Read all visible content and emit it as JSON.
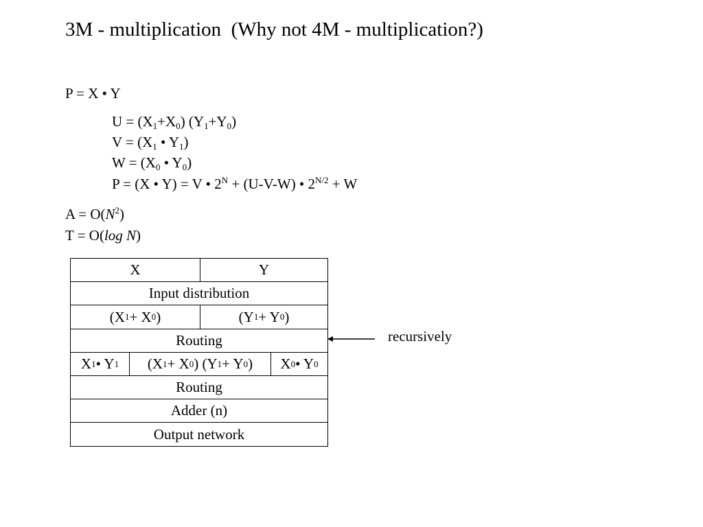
{
  "title": "3M - multiplication  (Why not 4M - multiplication?)",
  "eq_main": "P = X • Y",
  "equations": {
    "u": {
      "a": "U = (X",
      "s1": "1",
      "b": "+X",
      "s2": "0",
      "c": ") (Y",
      "s3": "1",
      "d": "+Y",
      "s4": "0",
      "e": ")"
    },
    "v": {
      "a": "V = (X",
      "s1": "1",
      "b": " • Y",
      "s2": "1",
      "c": ")"
    },
    "w": {
      "a": "W = (X",
      "s1": "0",
      "b": " • Y",
      "s2": "0",
      "c": ")"
    },
    "p": {
      "a": "P = (X • Y) = V • 2",
      "sup1": "N",
      "b": " + (U-V-W) • 2",
      "sup2": "N/2",
      "c": " + W"
    }
  },
  "complexity": {
    "area": {
      "a": "A = O(",
      "var": "N",
      "sup": "2",
      "c": ")"
    },
    "time": {
      "a": "T = O(",
      "var": "log N",
      "c": ")"
    }
  },
  "diagram": {
    "row1": {
      "x": "X",
      "y": "Y"
    },
    "row2": "Input distribution",
    "row3": {
      "left": {
        "a": "(X",
        "s1": "1",
        "b": "+ X",
        "s2": "0",
        "c": ")"
      },
      "right": {
        "a": "(Y",
        "s1": "1",
        "b": "+ Y",
        "s2": "0",
        "c": ")"
      }
    },
    "row4": "Routing",
    "row5": {
      "left": {
        "a": "X",
        "s1": "1",
        "b": " • Y",
        "s2": "1"
      },
      "mid": {
        "a": "(X",
        "s1": "1",
        "b": "+ X",
        "s2": "0",
        "c": ") (Y",
        "s3": "1",
        "d": "+ Y",
        "s4": "0",
        "e": ")"
      },
      "right": {
        "a": "X",
        "s1": "0",
        "b": " • Y",
        "s2": "0"
      }
    },
    "row6": "Routing",
    "row7": "Adder (n)",
    "row8": "Output network"
  },
  "annotation": "recursively"
}
